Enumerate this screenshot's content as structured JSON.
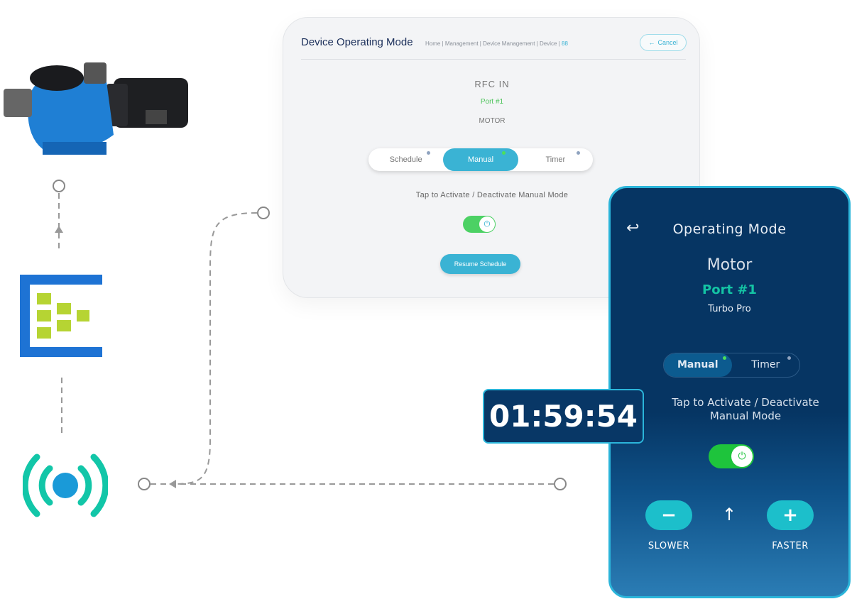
{
  "colors": {
    "accent": "#3ab3d4",
    "green": "#4cd164",
    "navy": "#063563",
    "cyan_border": "#2bb5da",
    "hub_green": "#b6d433",
    "hub_blue": "#1e73d4",
    "signal_teal": "#12c6a8",
    "signal_blue": "#1a9ad8"
  },
  "icons": {
    "pump": "pool-pump-image",
    "hub": "event-hub-icon",
    "signal": "wireless-signal-icon"
  },
  "desktop": {
    "title": "Device Operating Mode",
    "breadcrumb": [
      "Home",
      "Management",
      "Device Management",
      "Device",
      "88"
    ],
    "cancel_label": "Cancel",
    "device": "RFC IN",
    "port": "Port #1",
    "type": "MOTOR",
    "tabs": [
      {
        "label": "Schedule"
      },
      {
        "label": "Manual",
        "active": true
      },
      {
        "label": "Timer"
      }
    ],
    "instruction": "Tap to Activate / Deactivate Manual Mode",
    "toggle_on": true,
    "resume_label": "Resume Schedule"
  },
  "timer": {
    "value": "01:59:54"
  },
  "phone": {
    "title": "Operating Mode",
    "device": "Motor",
    "port": "Port #1",
    "model": "Turbo Pro",
    "tabs": [
      {
        "label": "Manual",
        "active": true
      },
      {
        "label": "Timer"
      }
    ],
    "instruction_line1": "Tap to Activate / Deactivate",
    "instruction_line2": "Manual Mode",
    "toggle_on": true,
    "slower_label": "SLOWER",
    "faster_label": "FASTER"
  }
}
